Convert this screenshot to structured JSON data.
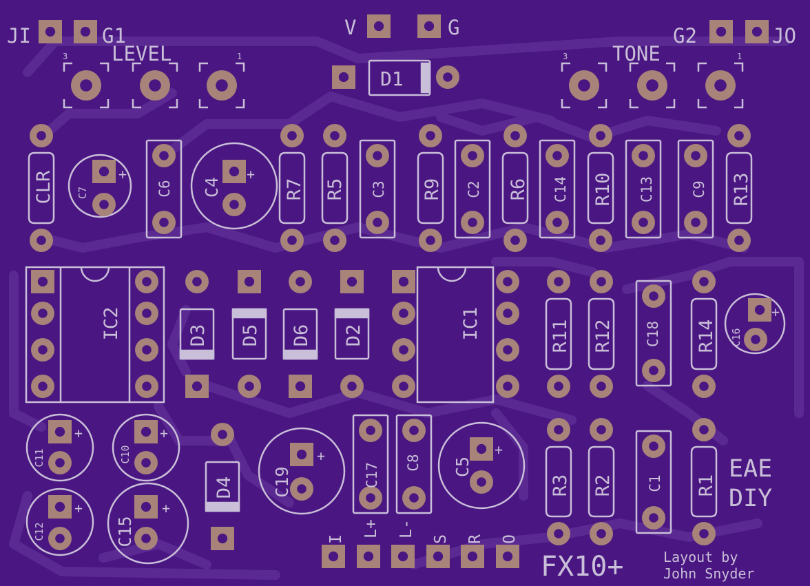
{
  "board": {
    "colors": {
      "board": "#4a1682",
      "trace": "#5a2a92",
      "pad": "#a7837a",
      "hole": "#4a1682",
      "silk": "#c9bfd8"
    },
    "title": "FX10+",
    "credit_line1": "Layout by",
    "credit_line2": "John Snyder",
    "brand_line1": "EAE",
    "brand_line2": "DIY"
  },
  "labels": {
    "ji": "JI",
    "g1": "G1",
    "v": "V",
    "g": "G",
    "g2": "G2",
    "jo": "JO",
    "level": "LEVEL",
    "tone": "TONE",
    "pot_pin3": "3",
    "pot_pin1": "1",
    "plus": "+",
    "io_i": "I",
    "io_lp": "L+",
    "io_lm": "L-",
    "io_s": "S",
    "io_r": "R",
    "io_o": "O"
  },
  "components": {
    "D1": "D1",
    "CLR": "CLR",
    "C7": "C7",
    "C6": "C6",
    "C4": "C4",
    "R7": "R7",
    "R5": "R5",
    "C3": "C3",
    "R9": "R9",
    "C2": "C2",
    "R6": "R6",
    "C14": "C14",
    "R10": "R10",
    "C13": "C13",
    "C9": "C9",
    "R13": "R13",
    "IC2": "IC2",
    "D3": "D3",
    "D5": "D5",
    "D6": "D6",
    "D2": "D2",
    "IC1": "IC1",
    "R11": "R11",
    "R12": "R12",
    "C18": "C18",
    "R14": "R14",
    "C16": "C16",
    "C11": "C11",
    "C10": "C10",
    "D4": "D4",
    "C19": "C19",
    "C17": "C17",
    "C8": "C8",
    "C5": "C5",
    "R3": "R3",
    "R2": "R2",
    "C1": "C1",
    "R1": "R1",
    "C12": "C12",
    "C15": "C15"
  }
}
